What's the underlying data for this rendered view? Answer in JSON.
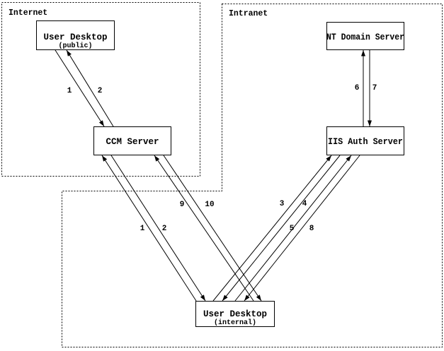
{
  "zones": {
    "internet": {
      "label": "Internet"
    },
    "intranet": {
      "label": "Intranet"
    }
  },
  "nodes": {
    "user_desktop_public": {
      "title": "User Desktop",
      "subtitle": "(public)"
    },
    "ccm_server": {
      "title": "CCM Server"
    },
    "nt_domain_server": {
      "title": "NT Domain Server"
    },
    "iis_auth_server": {
      "title": "IIS Auth Server"
    },
    "user_desktop_internal": {
      "title": "User Desktop",
      "subtitle": "(internal)"
    }
  },
  "flows": {
    "public_to_ccm": {
      "request": "1",
      "response": "2"
    },
    "internal_to_ccm_a": {
      "request": "1",
      "response": "2"
    },
    "internal_to_ccm_b": {
      "request": "9",
      "response": "10"
    },
    "internal_to_iis_a": {
      "request": "3",
      "response": "4"
    },
    "internal_to_iis_b": {
      "request": "5",
      "response": "8"
    },
    "iis_to_nt": {
      "request": "6",
      "response": "7"
    }
  },
  "colors": {
    "ink": "#000000",
    "background": "#ffffff"
  }
}
